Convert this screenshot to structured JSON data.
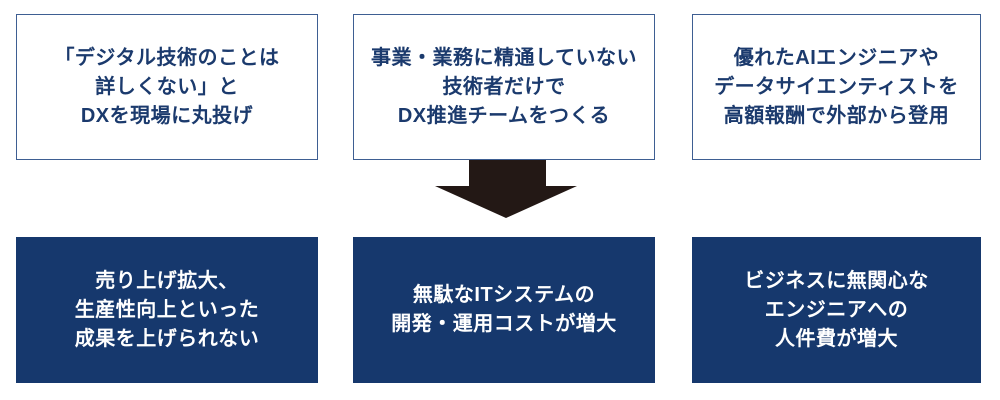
{
  "diagram": {
    "type": "cause-effect-flow",
    "language": "ja",
    "top_row": [
      {
        "text": "「デジタル技術のことは\n詳しくない」と\nDXを現場に丸投げ"
      },
      {
        "text": "事業・業務に精通していない\n技術者だけで\nDX推進チームをつくる"
      },
      {
        "text": "優れたAIエンジニアや\nデータサイエンティストを\n高額報酬で外部から登用"
      }
    ],
    "arrow": {
      "icon": "down-arrow",
      "direction": "down"
    },
    "bottom_row": [
      {
        "text": "売り上げ拡大、\n生産性向上といった\n成果を上げられない"
      },
      {
        "text": "無駄なITシステムの\n開発・運用コストが増大"
      },
      {
        "text": "ビジネスに無関心な\nエンジニアへの\n人件費が増大"
      }
    ]
  },
  "colors": {
    "page-bg": "#ffffff",
    "box-border": "#3e5e92",
    "top-text": "#1b3a6d",
    "bottom-bg": "#16386d",
    "bottom-text": "#ffffff",
    "arrow": "#231815"
  }
}
